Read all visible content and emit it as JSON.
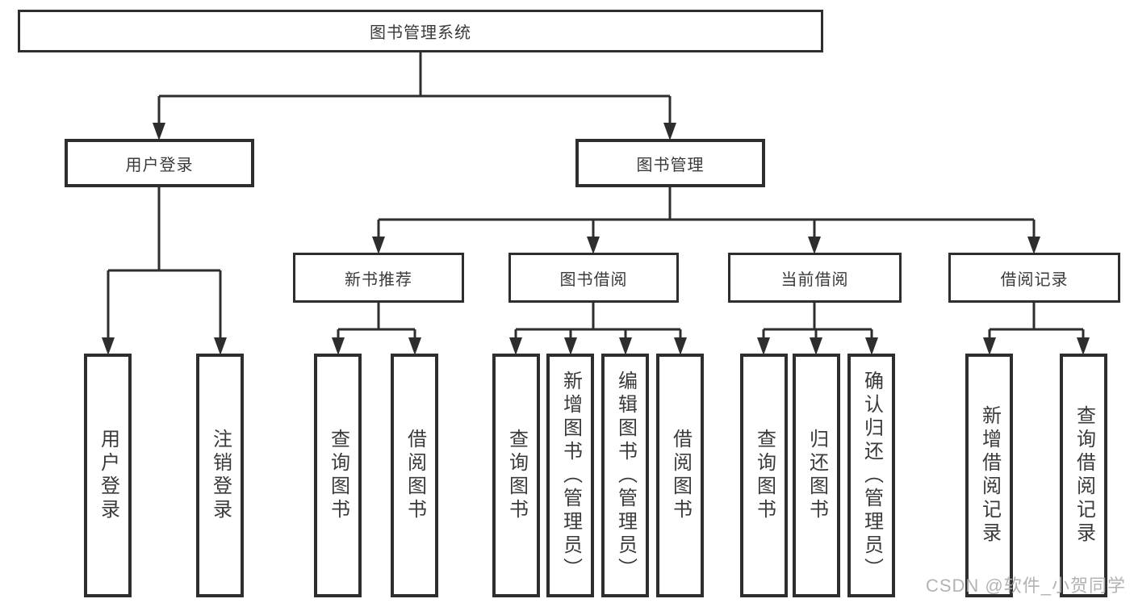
{
  "colors": {
    "line": "#2e2e2e",
    "text": "#3a3a3a",
    "background": "#ffffff",
    "watermark": "#acacac"
  },
  "tree": {
    "root": {
      "label": "图书管理系统"
    },
    "level2": [
      {
        "label": "用户登录",
        "children": [
          "用户登录",
          "注销登录"
        ]
      },
      {
        "label": "图书管理",
        "children": [
          "新书推荐",
          "图书借阅",
          "当前借阅",
          "借阅记录"
        ]
      }
    ],
    "level3": [
      {
        "label": "新书推荐",
        "children": [
          "查询图书",
          "借阅图书"
        ]
      },
      {
        "label": "图书借阅",
        "children": [
          "查询图书",
          "新增图书（管理员）",
          "编辑图书（管理员）",
          "借阅图书"
        ]
      },
      {
        "label": "当前借阅",
        "children": [
          "查询图书",
          "归还图书",
          "确认归还（管理员）"
        ]
      },
      {
        "label": "借阅记录",
        "children": [
          "新增借阅记录",
          "查询借阅记录"
        ]
      }
    ],
    "leaves": [
      {
        "label": "用户登录"
      },
      {
        "label": "注销登录"
      },
      {
        "label": "查询图书"
      },
      {
        "label": "借阅图书"
      },
      {
        "label": "查询图书"
      },
      {
        "label": "新增图书（管理员）"
      },
      {
        "label": "编辑图书（管理员）"
      },
      {
        "label": "借阅图书"
      },
      {
        "label": "查询图书"
      },
      {
        "label": "归还图书"
      },
      {
        "label": "确认归还（管理员）"
      },
      {
        "label": "新增借阅记录"
      },
      {
        "label": "查询借阅记录"
      }
    ]
  },
  "watermark": {
    "text": "CSDN @软件_小贺同学"
  }
}
